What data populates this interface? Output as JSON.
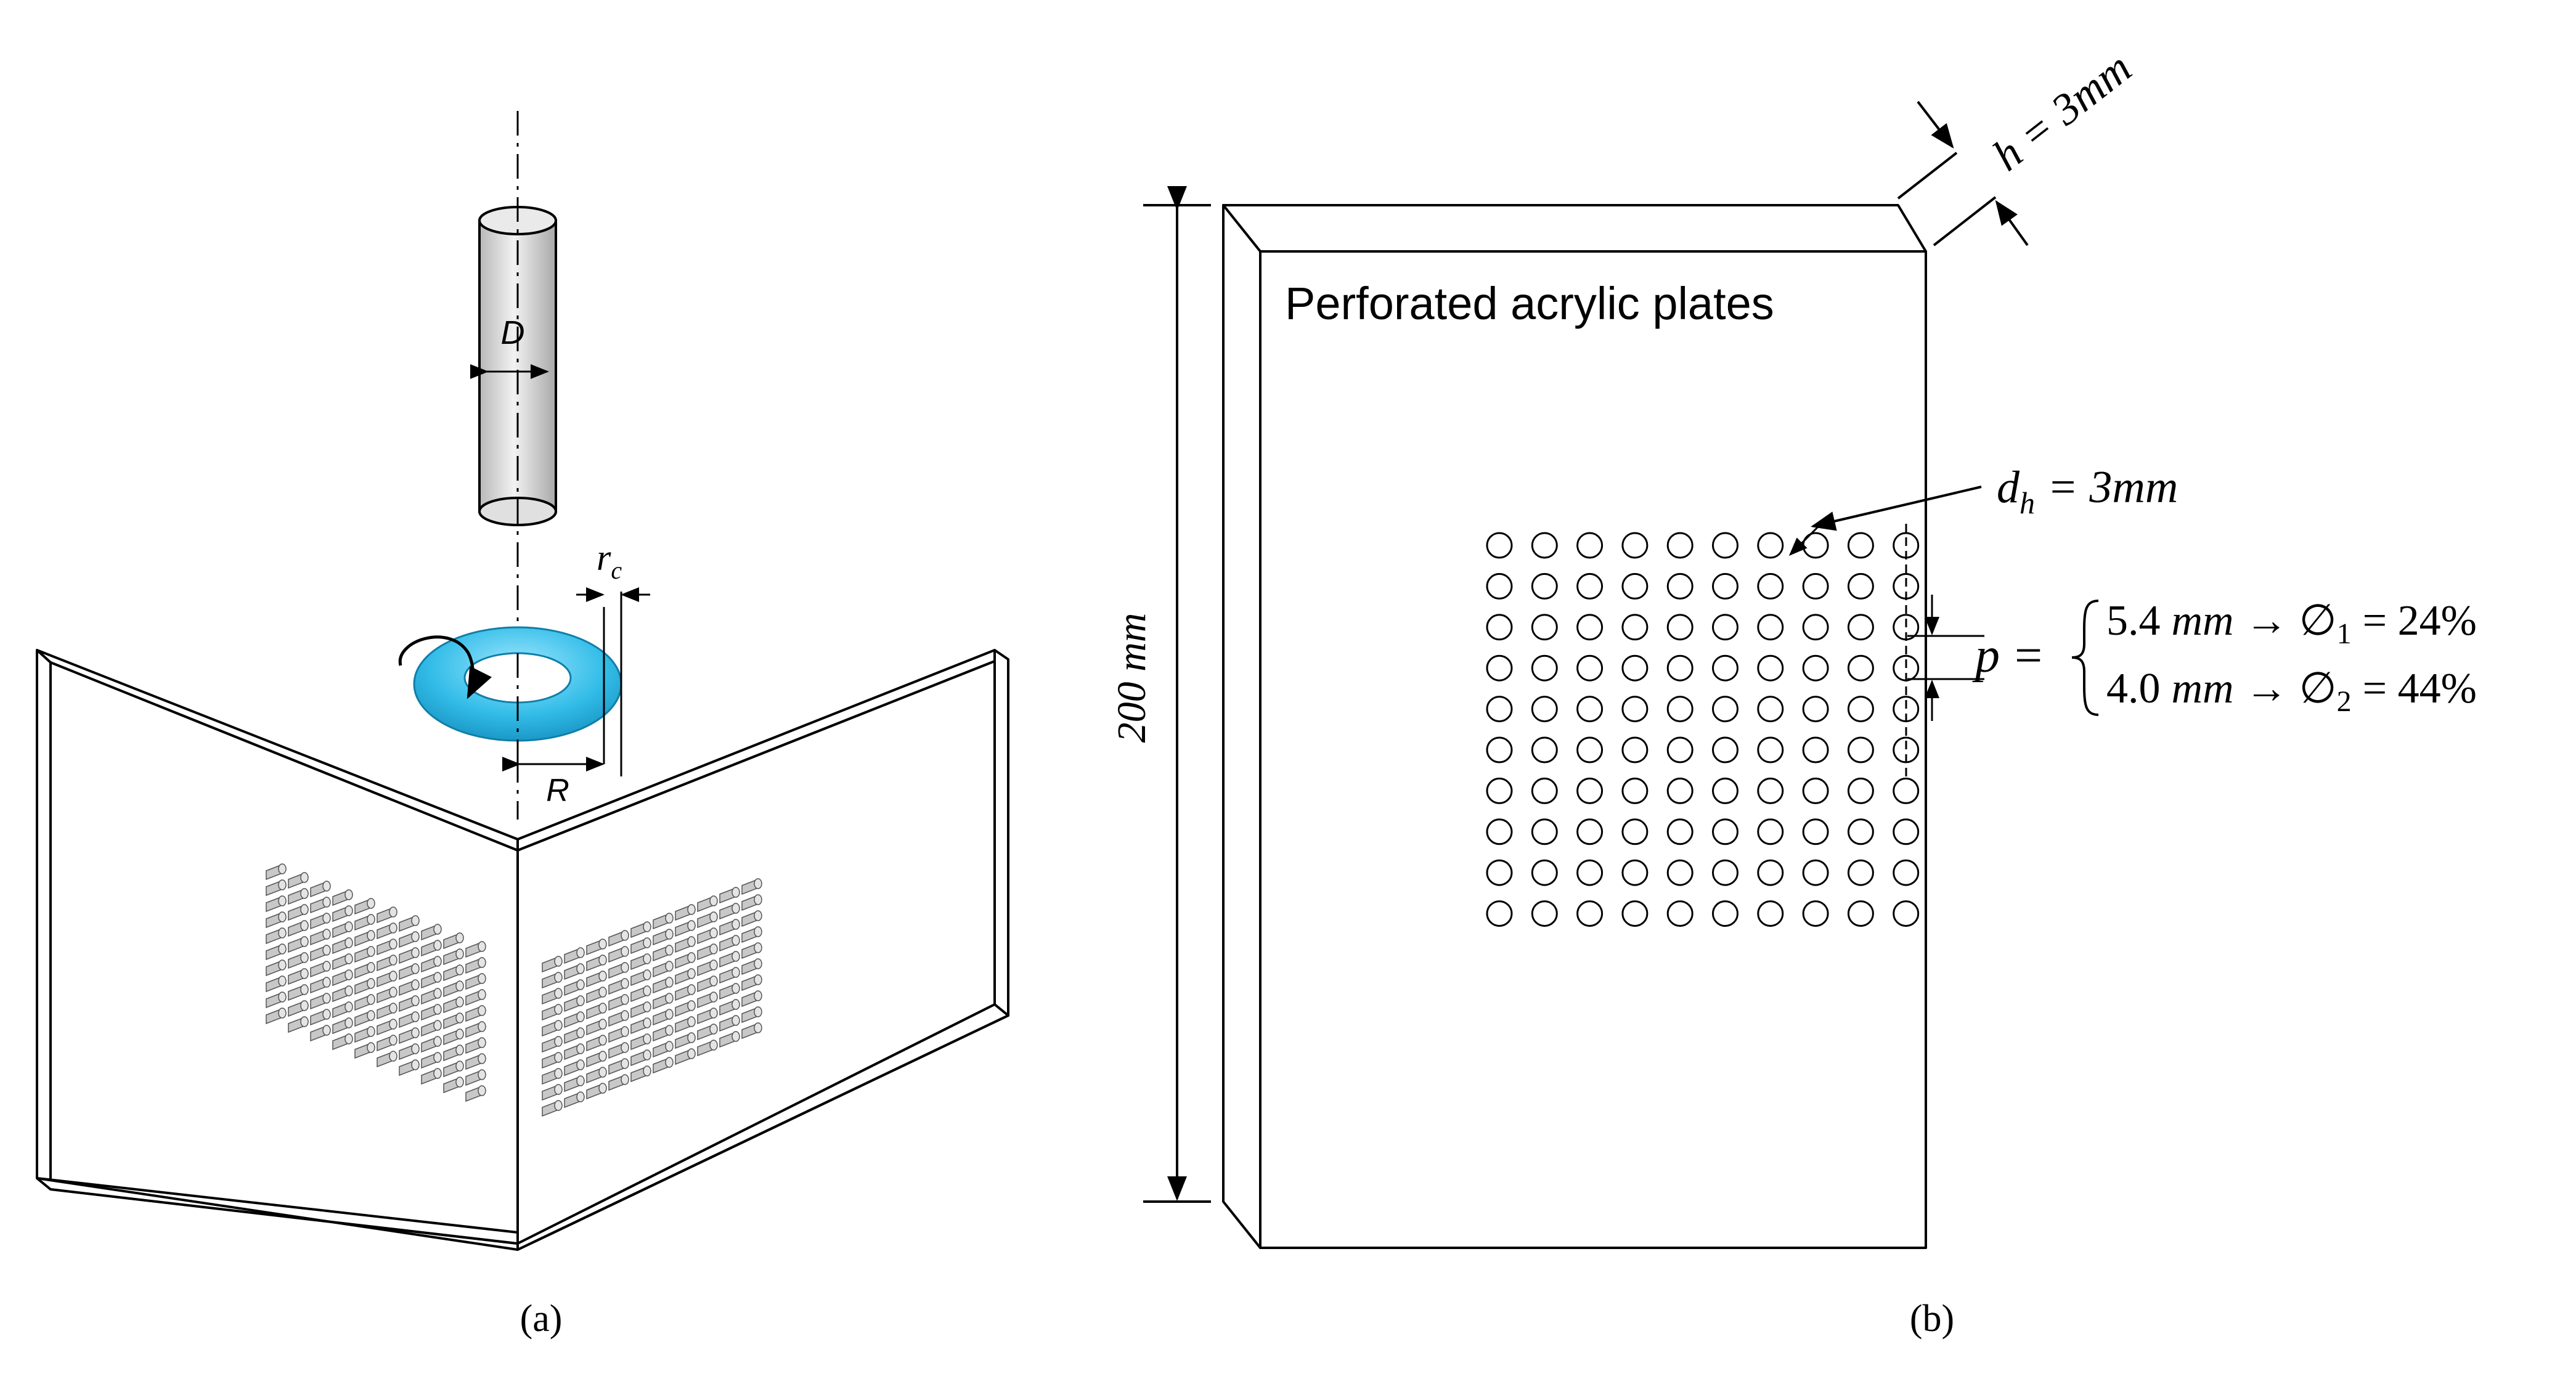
{
  "panels": {
    "a": {
      "caption": "(a)",
      "labels": {
        "D": "D",
        "r": "r",
        "c": "c",
        "R": "R"
      }
    },
    "b": {
      "caption": "(b)",
      "title": "Perforated acrylic plates",
      "height_dim": "200 mm",
      "thickness": {
        "h": "h",
        "eq": "= 3mm"
      },
      "hole_diameter": {
        "d": "d",
        "sub": "h",
        "eq": "= 3mm"
      },
      "pitch": {
        "p": "p",
        "eq": "=",
        "line1": {
          "value": "5.4",
          "unit": "mm",
          "arrow": "→",
          "phi": "∅",
          "sub": "1",
          "eq": "= 24%"
        },
        "line2": {
          "value": "4.0",
          "unit": "mm",
          "arrow": "→",
          "phi": "∅",
          "sub": "2",
          "eq": "= 44%"
        }
      },
      "hole_grid": {
        "rows": 10,
        "cols": 10
      }
    }
  },
  "colors": {
    "line": "#000000",
    "torus": "#33bde8",
    "torus_dark": "#1a9fd0",
    "cylinder": "#d4d4d4",
    "pins": "#c8c8c8"
  }
}
